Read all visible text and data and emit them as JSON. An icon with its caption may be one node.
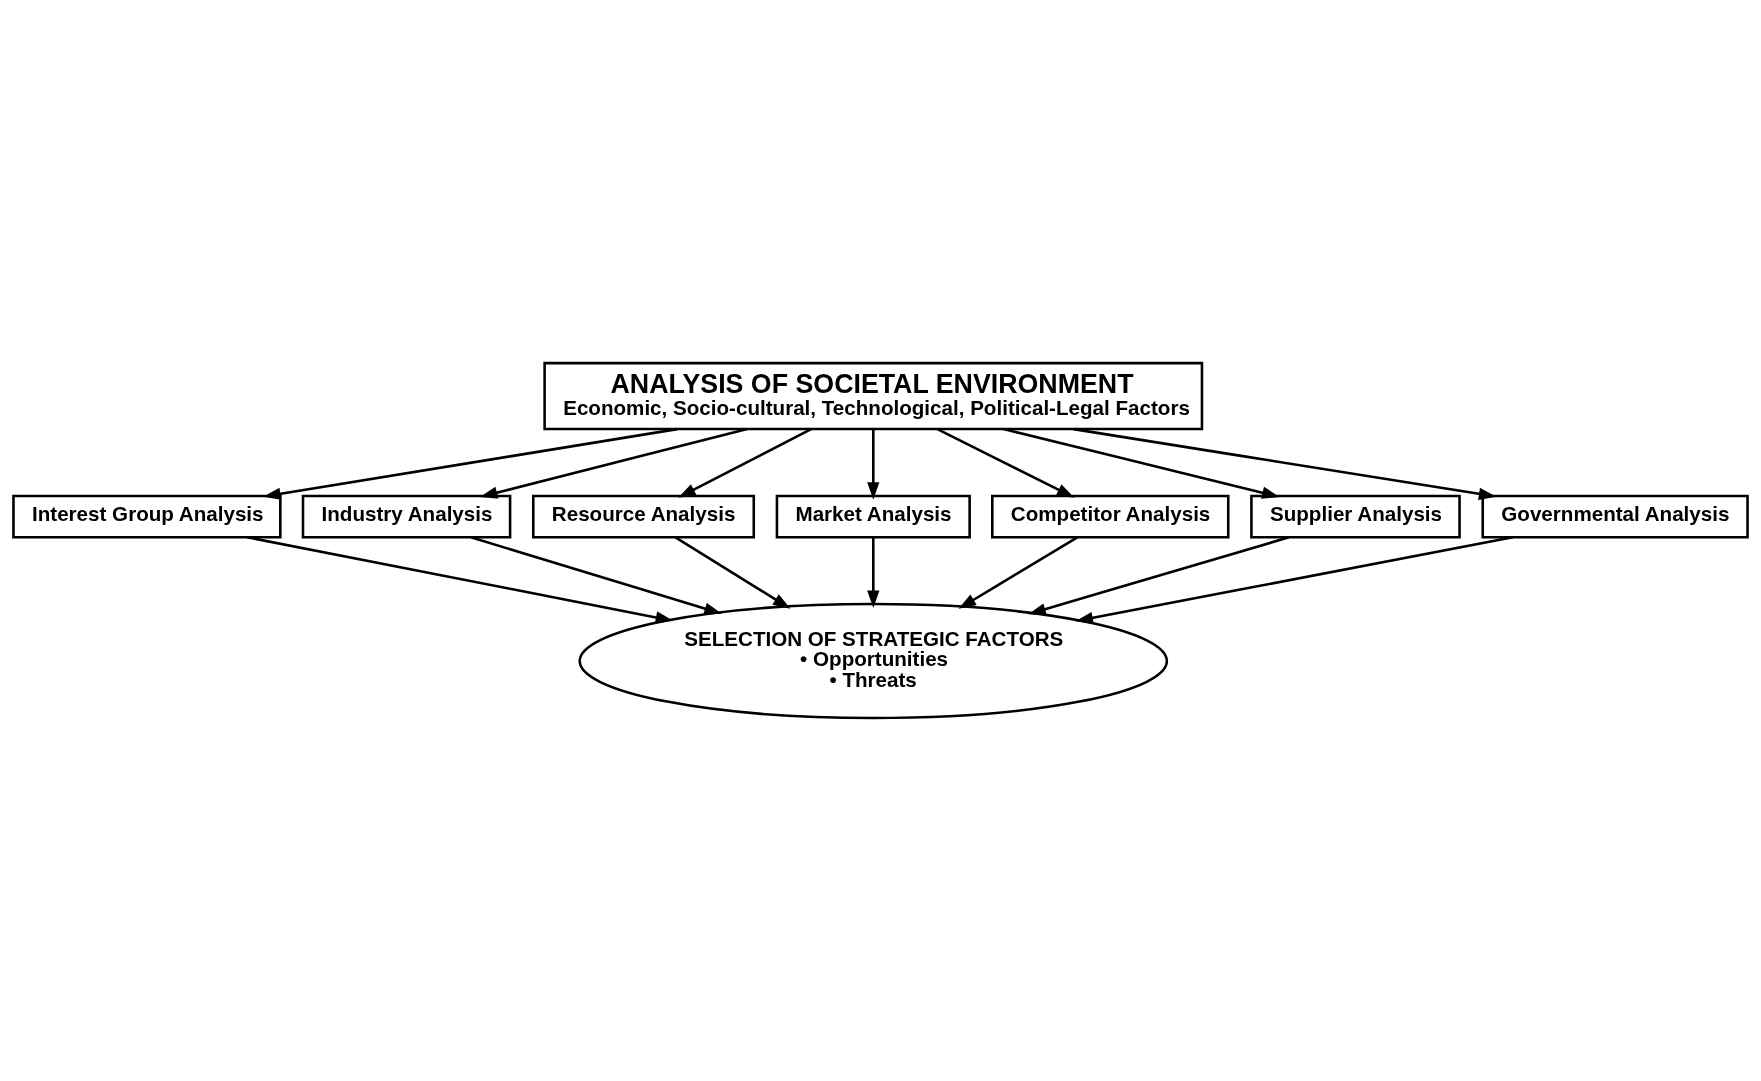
{
  "diagram": {
    "nodes": [
      {
        "text": [
          "ANALYSIS OF SOCIETAL ENVIRONMENT",
          "Economic, Socio-cultural, Technological, Political-Legal Factors"
        ]
      },
      {
        "text": [
          "Market Analysis"
        ]
      },
      {
        "text": [
          "Resource Analysis"
        ]
      },
      {
        "text": [
          "Competitor Analysis"
        ]
      },
      {
        "text": [
          "Industry Analysis"
        ]
      },
      {
        "text": [
          "Supplier Analysis"
        ]
      },
      {
        "text": [
          "Interest Group Analysis"
        ]
      },
      {
        "text": [
          "Governmental Analysis"
        ]
      },
      {
        "text": [
          "SELECTION OF STRATEGIC FACTORS",
          "• Opportunities",
          "• Threats"
        ]
      }
    ],
    "edges": [
      {
        "from": 0,
        "to": 1,
        "arrow": "to"
      },
      {
        "from": 0,
        "to": 2,
        "arrow": "to"
      },
      {
        "from": 0,
        "to": 3,
        "arrow": "to"
      },
      {
        "from": 0,
        "to": 4,
        "arrow": "to"
      },
      {
        "from": 0,
        "to": 5,
        "arrow": "to"
      },
      {
        "from": 0,
        "to": 6,
        "arrow": "to"
      },
      {
        "from": 0,
        "to": 7,
        "arrow": "to"
      },
      {
        "from": 1,
        "to": 8,
        "arrow": "to"
      },
      {
        "from": 2,
        "to": 8,
        "arrow": "to"
      },
      {
        "from": 3,
        "to": 8,
        "arrow": "to"
      },
      {
        "from": 4,
        "to": 8,
        "arrow": "to"
      },
      {
        "from": 5,
        "to": 8,
        "arrow": "to"
      },
      {
        "from": 6,
        "to": 8,
        "arrow": "to"
      },
      {
        "from": 7,
        "to": 8,
        "arrow": "to"
      }
    ]
  }
}
